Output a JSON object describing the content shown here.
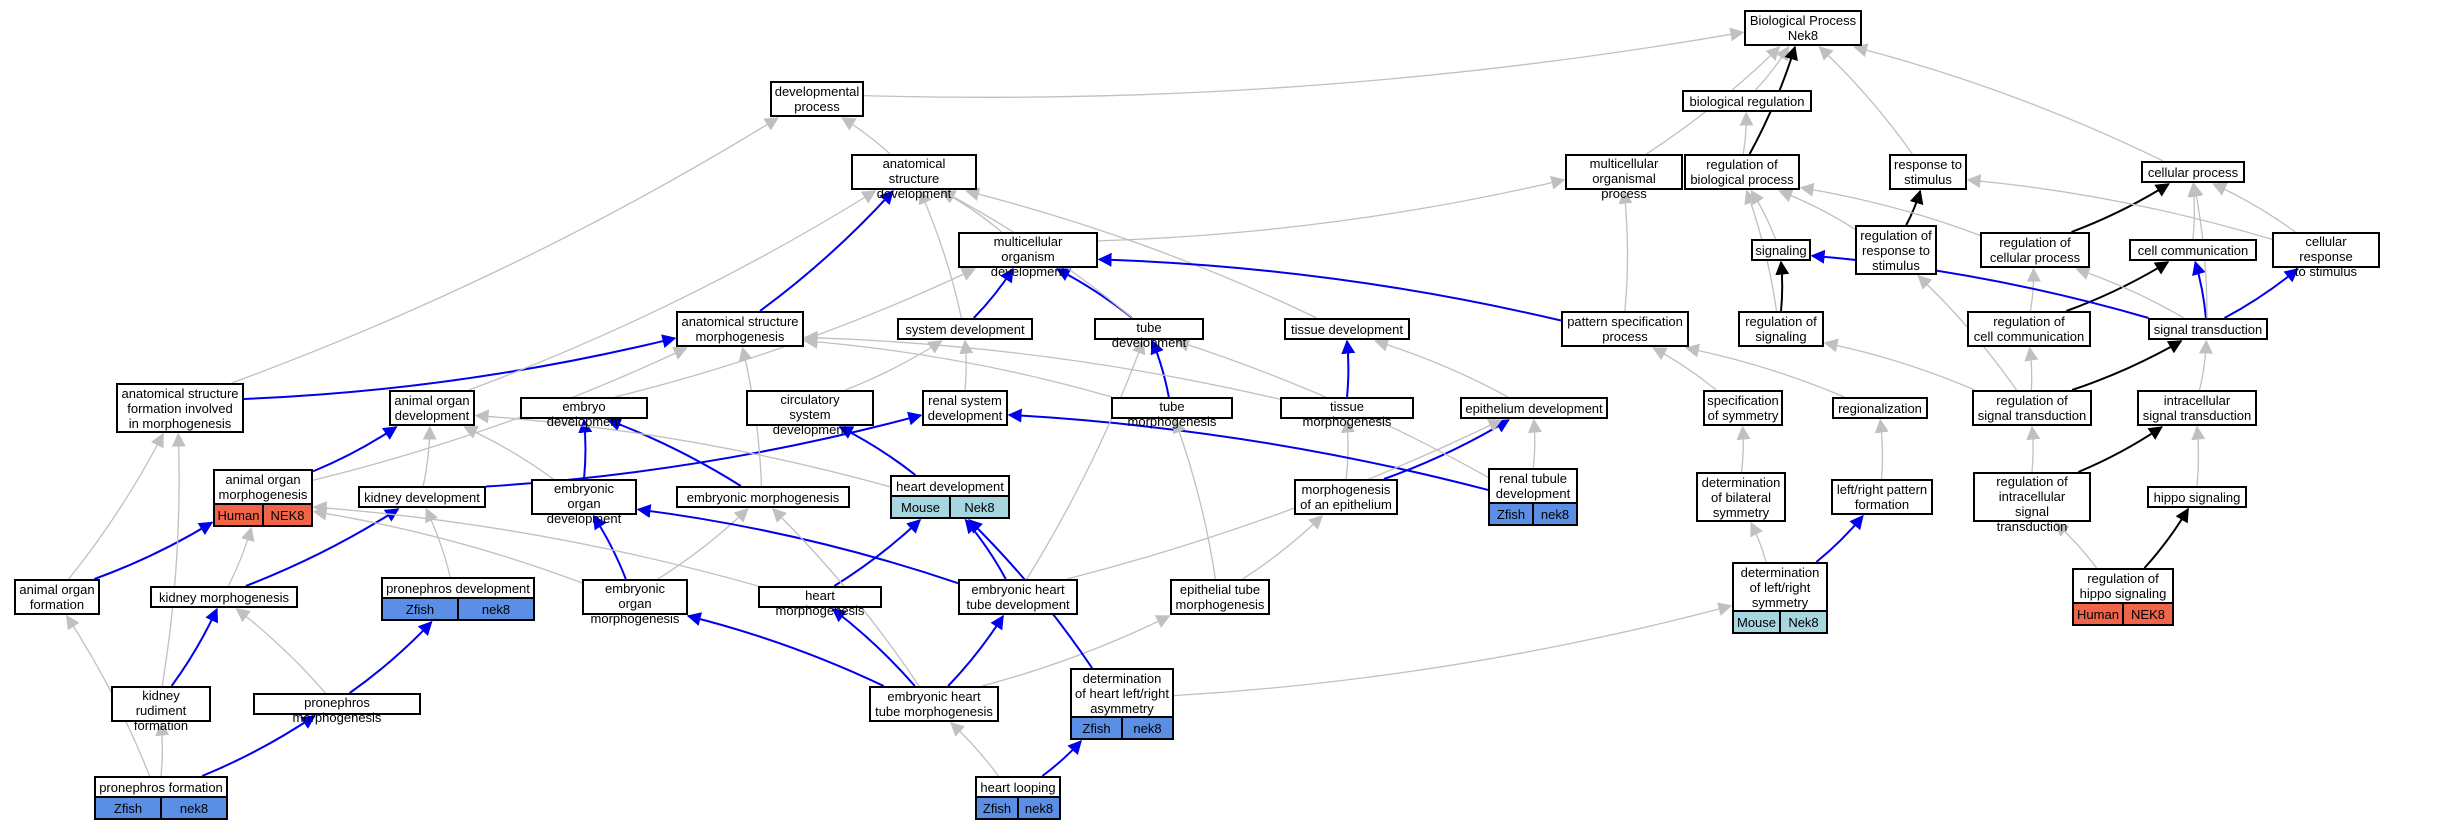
{
  "colors": {
    "blue_edge": "#0000ee",
    "black_edge": "#000000",
    "gray_edge": "#c0c0c0",
    "human": "#f0644a",
    "mouse": "#a6d6e0",
    "zfish": "#5b8fe6"
  },
  "nodes": {
    "bp": {
      "label": "Biological Process\nNek8"
    },
    "dev": {
      "label": "developmental\nprocess"
    },
    "breg": {
      "label": "biological regulation"
    },
    "asd": {
      "label": "anatomical structure\ndevelopment"
    },
    "mop": {
      "label": "multicellular\norganismal process"
    },
    "rbp": {
      "label": "regulation of\nbiological process"
    },
    "rts": {
      "label": "response to\nstimulus"
    },
    "cp": {
      "label": "cellular process"
    },
    "mod": {
      "label": "multicellular\norganism development"
    },
    "sig": {
      "label": "signaling"
    },
    "rrs": {
      "label": "regulation of\nresponse to\nstimulus"
    },
    "rcp": {
      "label": "regulation of\ncellular process"
    },
    "cc": {
      "label": "cell communication"
    },
    "crs": {
      "label": "cellular response\nto stimulus"
    },
    "asm": {
      "label": "anatomical structure\nmorphogenesis"
    },
    "sysd": {
      "label": "system development"
    },
    "tubed": {
      "label": "tube development"
    },
    "tisd": {
      "label": "tissue development"
    },
    "pat": {
      "label": "pattern specification\nprocess"
    },
    "rsig": {
      "label": "regulation of\nsignaling"
    },
    "rcc": {
      "label": "regulation of\ncell communication"
    },
    "st": {
      "label": "signal transduction"
    },
    "asf": {
      "label": "anatomical structure\nformation involved\nin morphogenesis"
    },
    "aod": {
      "label": "animal organ\ndevelopment"
    },
    "embd": {
      "label": "embryo development"
    },
    "circ": {
      "label": "circulatory\nsystem development"
    },
    "rsd": {
      "label": "renal system\ndevelopment"
    },
    "tubem": {
      "label": "tube morphogenesis"
    },
    "tism": {
      "label": "tissue morphogenesis"
    },
    "epid": {
      "label": "epithelium development"
    },
    "spsym": {
      "label": "specification\nof symmetry"
    },
    "reg": {
      "label": "regionalization"
    },
    "rst": {
      "label": "regulation of\nsignal transduction"
    },
    "ist": {
      "label": "intracellular\nsignal transduction"
    },
    "aom": {
      "label": "animal organ\nmorphogenesis"
    },
    "kid": {
      "label": "kidney development"
    },
    "eod": {
      "label": "embryonic organ\ndevelopment"
    },
    "emorph": {
      "label": "embryonic morphogenesis"
    },
    "heart": {
      "label": "heart development"
    },
    "moe": {
      "label": "morphogenesis\nof an epithelium"
    },
    "rtd": {
      "label": "renal tubule\ndevelopment"
    },
    "dbs": {
      "label": "determination\nof bilateral\nsymmetry"
    },
    "lrp": {
      "label": "left/right pattern\nformation"
    },
    "rist": {
      "label": "regulation of\nintracellular\nsignal transduction"
    },
    "hippo": {
      "label": "hippo signaling"
    },
    "aof": {
      "label": "animal organ\nformation"
    },
    "km": {
      "label": "kidney morphogenesis"
    },
    "pd": {
      "label": "pronephros development"
    },
    "eom": {
      "label": "embryonic organ\nmorphogenesis"
    },
    "hm": {
      "label": "heart morphogenesis"
    },
    "ehtd": {
      "label": "embryonic heart\ntube development"
    },
    "etm": {
      "label": "epithelial tube\nmorphogenesis"
    },
    "dlr": {
      "label": "determination\nof left/right\nsymmetry"
    },
    "rhs": {
      "label": "regulation of\nhippo signaling"
    },
    "krf": {
      "label": "kidney rudiment\nformation"
    },
    "pm": {
      "label": "pronephros morphogenesis"
    },
    "ehtm": {
      "label": "embryonic heart\ntube morphogenesis"
    },
    "dhlr": {
      "label": "determination\nof heart left/right\nasymmetry"
    },
    "pf": {
      "label": "pronephros formation"
    },
    "hl": {
      "label": "heart looping"
    }
  },
  "annotations": {
    "aom": [
      {
        "text": "Human",
        "color": "#f0644a"
      },
      {
        "text": "NEK8",
        "color": "#f0644a"
      }
    ],
    "heart": [
      {
        "text": "Mouse",
        "color": "#a6d6e0"
      },
      {
        "text": "Nek8",
        "color": "#a6d6e0"
      }
    ],
    "rtd": [
      {
        "text": "Zfish",
        "color": "#5b8fe6"
      },
      {
        "text": "nek8",
        "color": "#5b8fe6"
      }
    ],
    "pd": [
      {
        "text": "Zfish",
        "color": "#5b8fe6"
      },
      {
        "text": "nek8",
        "color": "#5b8fe6"
      }
    ],
    "rhs": [
      {
        "text": "Human",
        "color": "#f0644a"
      },
      {
        "text": "NEK8",
        "color": "#f0644a"
      }
    ],
    "dlr": [
      {
        "text": "Mouse",
        "color": "#a6d6e0"
      },
      {
        "text": "Nek8",
        "color": "#a6d6e0"
      }
    ],
    "dhlr": [
      {
        "text": "Zfish",
        "color": "#5b8fe6"
      },
      {
        "text": "nek8",
        "color": "#5b8fe6"
      }
    ],
    "pf": [
      {
        "text": "Zfish",
        "color": "#5b8fe6"
      },
      {
        "text": "nek8",
        "color": "#5b8fe6"
      }
    ],
    "hl": [
      {
        "text": "Zfish",
        "color": "#5b8fe6"
      },
      {
        "text": "nek8",
        "color": "#5b8fe6"
      }
    ]
  },
  "edges": [
    {
      "from": "dev",
      "to": "bp",
      "kind": "gray"
    },
    {
      "from": "breg",
      "to": "bp",
      "kind": "gray"
    },
    {
      "from": "mop",
      "to": "bp",
      "kind": "gray"
    },
    {
      "from": "rbp",
      "to": "bp",
      "kind": "black"
    },
    {
      "from": "rts",
      "to": "bp",
      "kind": "gray"
    },
    {
      "from": "cp",
      "to": "bp",
      "kind": "gray"
    },
    {
      "from": "asd",
      "to": "dev",
      "kind": "gray"
    },
    {
      "from": "rbp",
      "to": "breg",
      "kind": "gray"
    },
    {
      "from": "mod",
      "to": "asd",
      "kind": "gray"
    },
    {
      "from": "mod",
      "to": "mop",
      "kind": "gray"
    },
    {
      "from": "sig",
      "to": "rbp",
      "kind": "gray"
    },
    {
      "from": "rrs",
      "to": "rts",
      "kind": "black"
    },
    {
      "from": "rrs",
      "to": "rbp",
      "kind": "gray"
    },
    {
      "from": "rcp",
      "to": "cp",
      "kind": "black"
    },
    {
      "from": "rcp",
      "to": "rbp",
      "kind": "gray"
    },
    {
      "from": "cc",
      "to": "cp",
      "kind": "gray"
    },
    {
      "from": "crs",
      "to": "cp",
      "kind": "gray"
    },
    {
      "from": "crs",
      "to": "rts",
      "kind": "gray"
    },
    {
      "from": "asm",
      "to": "asd",
      "kind": "blue"
    },
    {
      "from": "asf",
      "to": "dev",
      "kind": "gray"
    },
    {
      "from": "sysd",
      "to": "mod",
      "kind": "blue"
    },
    {
      "from": "sysd",
      "to": "asd",
      "kind": "gray"
    },
    {
      "from": "tubed",
      "to": "mod",
      "kind": "blue"
    },
    {
      "from": "tubed",
      "to": "asd",
      "kind": "gray"
    },
    {
      "from": "tisd",
      "to": "asd",
      "kind": "gray"
    },
    {
      "from": "pat",
      "to": "mod",
      "kind": "blue"
    },
    {
      "from": "pat",
      "to": "mop",
      "kind": "gray"
    },
    {
      "from": "rsig",
      "to": "sig",
      "kind": "black"
    },
    {
      "from": "rsig",
      "to": "rbp",
      "kind": "gray"
    },
    {
      "from": "rcc",
      "to": "cc",
      "kind": "black"
    },
    {
      "from": "rcc",
      "to": "rcp",
      "kind": "gray"
    },
    {
      "from": "st",
      "to": "sig",
      "kind": "blue"
    },
    {
      "from": "st",
      "to": "cc",
      "kind": "blue"
    },
    {
      "from": "st",
      "to": "crs",
      "kind": "blue"
    },
    {
      "from": "st",
      "to": "rcp",
      "kind": "gray"
    },
    {
      "from": "st",
      "to": "cp",
      "kind": "gray"
    },
    {
      "from": "asf",
      "to": "asm",
      "kind": "blue"
    },
    {
      "from": "aod",
      "to": "asd",
      "kind": "gray"
    },
    {
      "from": "embd",
      "to": "mod",
      "kind": "gray"
    },
    {
      "from": "circ",
      "to": "sysd",
      "kind": "gray"
    },
    {
      "from": "rsd",
      "to": "sysd",
      "kind": "gray"
    },
    {
      "from": "tubem",
      "to": "tubed",
      "kind": "blue"
    },
    {
      "from": "tubem",
      "to": "asm",
      "kind": "gray"
    },
    {
      "from": "tism",
      "to": "tisd",
      "kind": "blue"
    },
    {
      "from": "tism",
      "to": "asm",
      "kind": "gray"
    },
    {
      "from": "epid",
      "to": "tisd",
      "kind": "gray"
    },
    {
      "from": "spsym",
      "to": "pat",
      "kind": "gray"
    },
    {
      "from": "reg",
      "to": "pat",
      "kind": "gray"
    },
    {
      "from": "rst",
      "to": "st",
      "kind": "black"
    },
    {
      "from": "rst",
      "to": "rsig",
      "kind": "gray"
    },
    {
      "from": "rst",
      "to": "rcc",
      "kind": "gray"
    },
    {
      "from": "rst",
      "to": "rrs",
      "kind": "gray"
    },
    {
      "from": "ist",
      "to": "st",
      "kind": "gray"
    },
    {
      "from": "aom",
      "to": "aod",
      "kind": "blue"
    },
    {
      "from": "aom",
      "to": "asm",
      "kind": "gray"
    },
    {
      "from": "kid",
      "to": "rsd",
      "kind": "blue"
    },
    {
      "from": "kid",
      "to": "aod",
      "kind": "gray"
    },
    {
      "from": "eod",
      "to": "embd",
      "kind": "blue"
    },
    {
      "from": "eod",
      "to": "aod",
      "kind": "gray"
    },
    {
      "from": "emorph",
      "to": "embd",
      "kind": "blue"
    },
    {
      "from": "emorph",
      "to": "asm",
      "kind": "gray"
    },
    {
      "from": "heart",
      "to": "circ",
      "kind": "blue"
    },
    {
      "from": "heart",
      "to": "aod",
      "kind": "gray"
    },
    {
      "from": "moe",
      "to": "epid",
      "kind": "blue"
    },
    {
      "from": "moe",
      "to": "tism",
      "kind": "gray"
    },
    {
      "from": "rtd",
      "to": "rsd",
      "kind": "blue"
    },
    {
      "from": "rtd",
      "to": "epid",
      "kind": "gray"
    },
    {
      "from": "rtd",
      "to": "tubed",
      "kind": "gray"
    },
    {
      "from": "dbs",
      "to": "spsym",
      "kind": "gray"
    },
    {
      "from": "lrp",
      "to": "reg",
      "kind": "gray"
    },
    {
      "from": "rist",
      "to": "ist",
      "kind": "black"
    },
    {
      "from": "rist",
      "to": "rst",
      "kind": "gray"
    },
    {
      "from": "hippo",
      "to": "ist",
      "kind": "gray"
    },
    {
      "from": "aof",
      "to": "aom",
      "kind": "blue"
    },
    {
      "from": "aof",
      "to": "asf",
      "kind": "gray"
    },
    {
      "from": "km",
      "to": "kid",
      "kind": "blue"
    },
    {
      "from": "km",
      "to": "aom",
      "kind": "gray"
    },
    {
      "from": "pd",
      "to": "kid",
      "kind": "gray"
    },
    {
      "from": "eom",
      "to": "eod",
      "kind": "blue"
    },
    {
      "from": "eom",
      "to": "aom",
      "kind": "gray"
    },
    {
      "from": "eom",
      "to": "emorph",
      "kind": "gray"
    },
    {
      "from": "hm",
      "to": "heart",
      "kind": "blue"
    },
    {
      "from": "hm",
      "to": "aom",
      "kind": "gray"
    },
    {
      "from": "ehtd",
      "to": "heart",
      "kind": "blue"
    },
    {
      "from": "ehtd",
      "to": "eod",
      "kind": "blue"
    },
    {
      "from": "ehtd",
      "to": "tubed",
      "kind": "gray"
    },
    {
      "from": "ehtd",
      "to": "epid",
      "kind": "gray"
    },
    {
      "from": "etm",
      "to": "tubem",
      "kind": "gray"
    },
    {
      "from": "etm",
      "to": "moe",
      "kind": "gray"
    },
    {
      "from": "dlr",
      "to": "lrp",
      "kind": "blue"
    },
    {
      "from": "dlr",
      "to": "dbs",
      "kind": "gray"
    },
    {
      "from": "rhs",
      "to": "hippo",
      "kind": "black"
    },
    {
      "from": "rhs",
      "to": "rist",
      "kind": "gray"
    },
    {
      "from": "krf",
      "to": "km",
      "kind": "blue"
    },
    {
      "from": "krf",
      "to": "asf",
      "kind": "gray"
    },
    {
      "from": "pm",
      "to": "pd",
      "kind": "blue"
    },
    {
      "from": "pm",
      "to": "km",
      "kind": "gray"
    },
    {
      "from": "ehtm",
      "to": "ehtd",
      "kind": "blue"
    },
    {
      "from": "ehtm",
      "to": "hm",
      "kind": "blue"
    },
    {
      "from": "ehtm",
      "to": "eom",
      "kind": "blue"
    },
    {
      "from": "ehtm",
      "to": "etm",
      "kind": "gray"
    },
    {
      "from": "ehtm",
      "to": "emorph",
      "kind": "gray"
    },
    {
      "from": "dhlr",
      "to": "heart",
      "kind": "blue"
    },
    {
      "from": "dhlr",
      "to": "dlr",
      "kind": "gray"
    },
    {
      "from": "pf",
      "to": "pm",
      "kind": "blue"
    },
    {
      "from": "pf",
      "to": "krf",
      "kind": "gray"
    },
    {
      "from": "pf",
      "to": "aof",
      "kind": "gray"
    },
    {
      "from": "hl",
      "to": "dhlr",
      "kind": "blue"
    },
    {
      "from": "hl",
      "to": "ehtm",
      "kind": "gray"
    }
  ]
}
